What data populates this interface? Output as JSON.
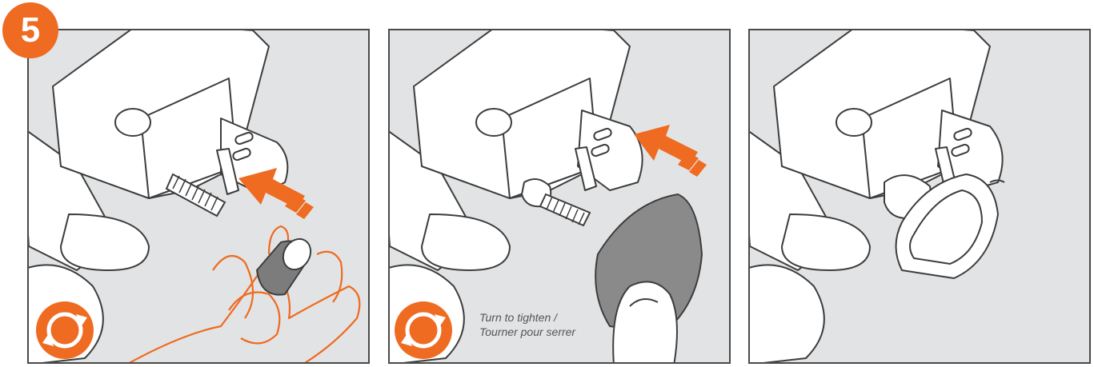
{
  "step": {
    "number": "5"
  },
  "panels": [
    {
      "id": "panel-1",
      "rotate_icon": "rotate-arrows-icon"
    },
    {
      "id": "panel-2",
      "rotate_icon": "rotate-arrows-icon",
      "caption_line1": "Turn to tighten /",
      "caption_line2": "Tourner pour serrer"
    },
    {
      "id": "panel-3"
    }
  ],
  "colors": {
    "accent": "#ee6b21",
    "panel_bg": "#e2e3e4",
    "line": "#3d3d3d",
    "knob": "#8a8a8a"
  }
}
